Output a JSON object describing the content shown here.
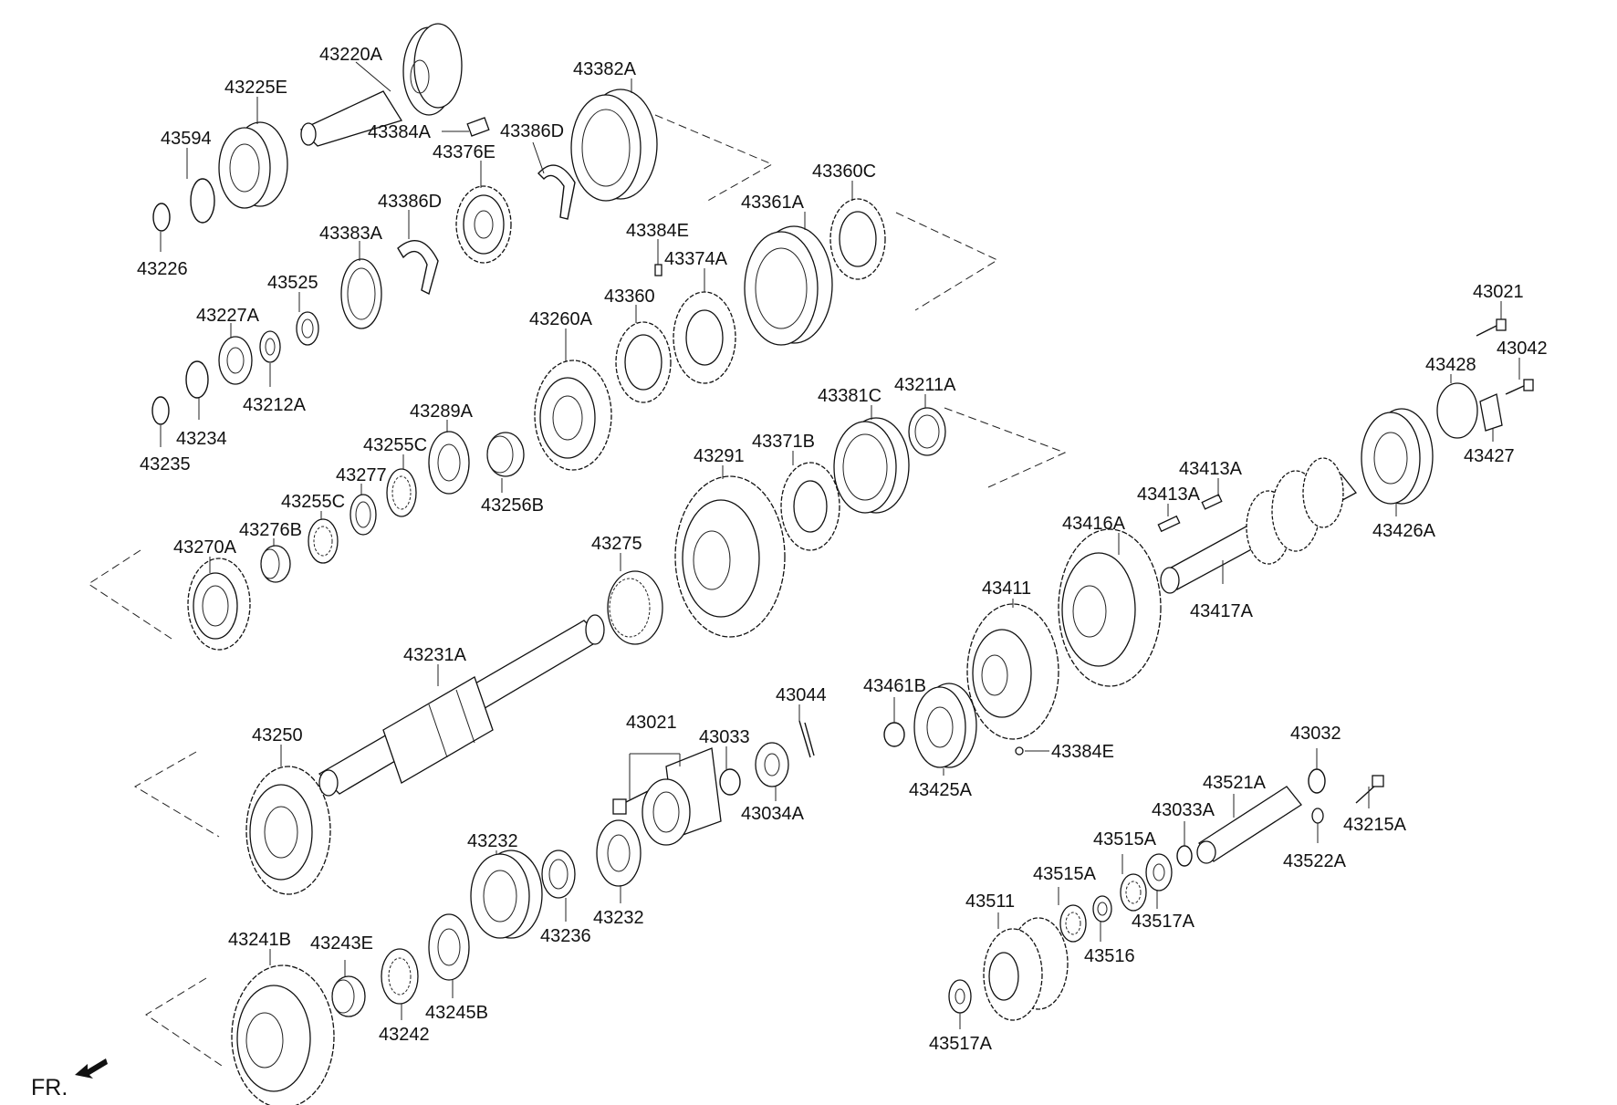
{
  "diagram": {
    "direction_label": "FR.",
    "labels": {
      "p43220A": "43220A",
      "p43225E": "43225E",
      "p43594": "43594",
      "p43226": "43226",
      "p43382A": "43382A",
      "p43384A": "43384A",
      "p43386D_top": "43386D",
      "p43376E": "43376E",
      "p43386D": "43386D",
      "p43383A": "43383A",
      "p43525": "43525",
      "p43227A": "43227A",
      "p43212A": "43212A",
      "p43234": "43234",
      "p43235": "43235",
      "p43384E_top": "43384E",
      "p43374A": "43374A",
      "p43361A": "43361A",
      "p43360C": "43360C",
      "p43360": "43360",
      "p43260A": "43260A",
      "p43289A": "43289A",
      "p43255C_a": "43255C",
      "p43277": "43277",
      "p43255C_b": "43255C",
      "p43256B": "43256B",
      "p43276B": "43276B",
      "p43270A": "43270A",
      "p43381C": "43381C",
      "p43211A": "43211A",
      "p43371B": "43371B",
      "p43291": "43291",
      "p43275": "43275",
      "p43231A": "43231A",
      "p43250": "43250",
      "p43021_mid": "43021",
      "p43033": "43033",
      "p43044": "43044",
      "p43034A": "43034A",
      "p43232_a": "43232",
      "p43232_b": "43232",
      "p43236": "43236",
      "p43241B": "43241B",
      "p43243E": "43243E",
      "p43242": "43242",
      "p43245B": "43245B",
      "p43021_right": "43021",
      "p43042": "43042",
      "p43428": "43428",
      "p43427": "43427",
      "p43426A": "43426A",
      "p43413A_a": "43413A",
      "p43413A_b": "43413A",
      "p43416A": "43416A",
      "p43417A": "43417A",
      "p43411": "43411",
      "p43461B": "43461B",
      "p43425A": "43425A",
      "p43384E_bottom": "43384E",
      "p43032": "43032",
      "p43521A": "43521A",
      "p43033A": "43033A",
      "p43215A": "43215A",
      "p43522A": "43522A",
      "p43515A_a": "43515A",
      "p43515A_b": "43515A",
      "p43517A_a": "43517A",
      "p43516": "43516",
      "p43511": "43511",
      "p43517A_b": "43517A"
    }
  }
}
